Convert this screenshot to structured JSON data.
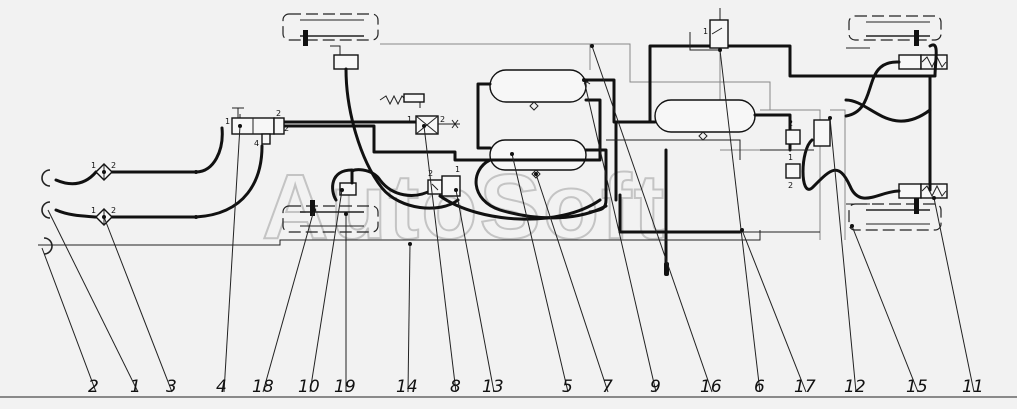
{
  "watermark": "AutoSoft",
  "callouts": [
    "2",
    "1",
    "3",
    "4",
    "18",
    "10",
    "19",
    "14",
    "8",
    "13",
    "5",
    "7",
    "9",
    "16",
    "6",
    "17",
    "12",
    "15",
    "11"
  ],
  "ports": {
    "valve4_in": "1",
    "valve4_out": "2",
    "valve4_out2": "2",
    "valve4_ctrl": "4",
    "filter_upper_in": "1",
    "filter_upper_out": "2",
    "filter_lower_in": "1",
    "filter_lower_out": "2",
    "valve8_in": "1",
    "valve8_out": "2",
    "valve13_a": "2",
    "valve13_b": "1",
    "relay12_top": "2",
    "relay12_mid": "1",
    "relay12_bot": "2",
    "valve6_port": "1"
  }
}
